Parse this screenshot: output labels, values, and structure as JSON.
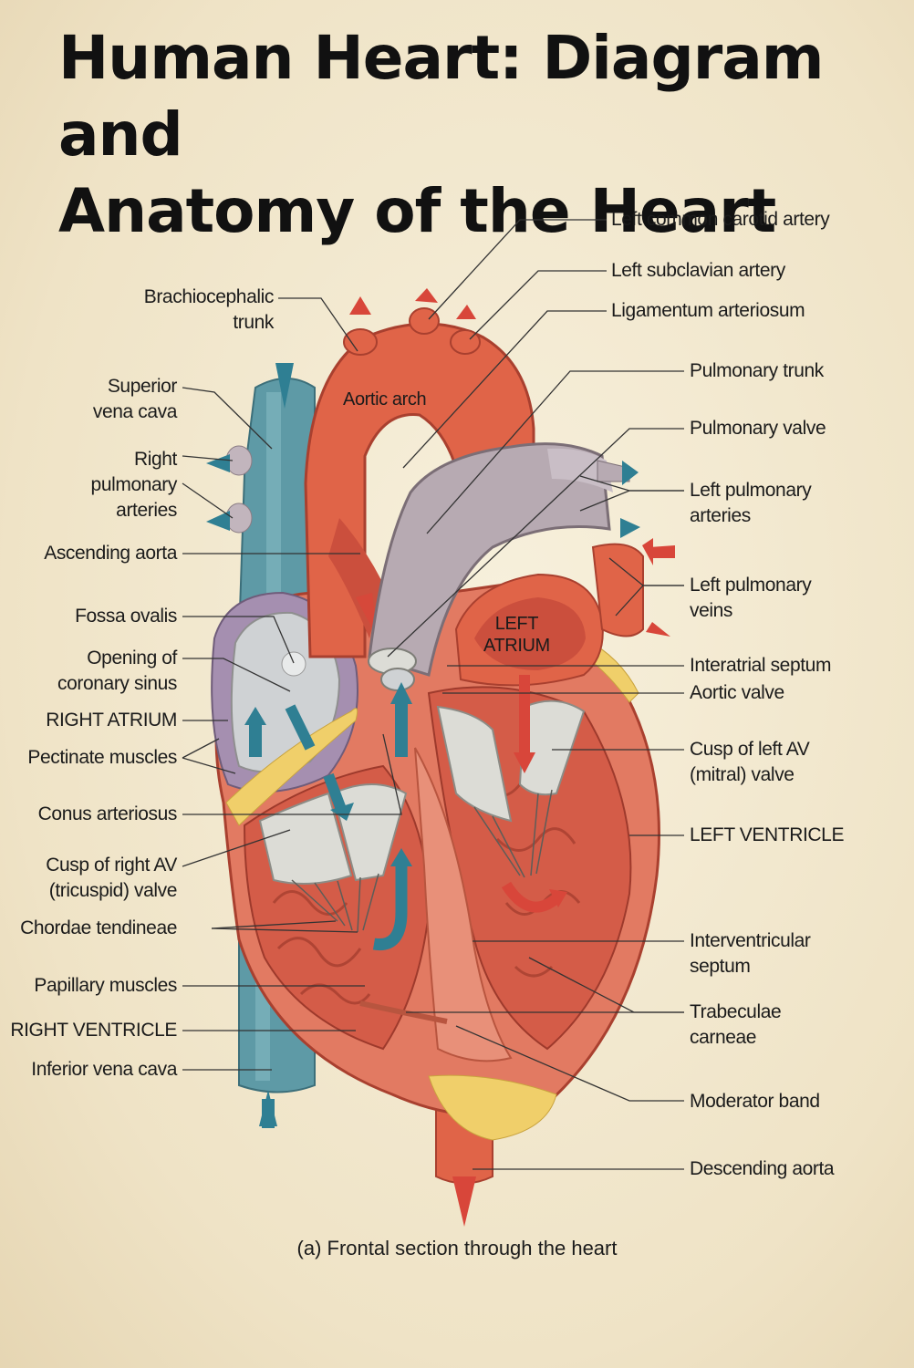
{
  "title": {
    "line1": "Human Heart: Diagram and",
    "line2": "Anatomy of the Heart"
  },
  "labels_left": {
    "brachiocephalic_trunk": [
      "Brachiocephalic",
      "trunk"
    ],
    "superior_vena_cava": [
      "Superior",
      "vena cava"
    ],
    "right_pulmonary_arteries": [
      "Right",
      "pulmonary",
      "arteries"
    ],
    "ascending_aorta": "Ascending aorta",
    "fossa_ovalis": "Fossa ovalis",
    "opening_coronary_sinus": [
      "Opening of",
      "coronary sinus"
    ],
    "right_atrium": "RIGHT ATRIUM",
    "pectinate_muscles": "Pectinate muscles",
    "conus_arteriosus": "Conus arteriosus",
    "cusp_right_av": [
      "Cusp of right AV",
      "(tricuspid) valve"
    ],
    "chordae_tendineae": "Chordae tendineae",
    "papillary_muscles": "Papillary muscles",
    "right_ventricle": "RIGHT VENTRICLE",
    "inferior_vena_cava": "Inferior vena cava"
  },
  "labels_right": {
    "left_common_carotid": "Left common carotid artery",
    "left_subclavian": "Left subclavian artery",
    "ligamentum_arteriosum": "Ligamentum arteriosum",
    "pulmonary_trunk": "Pulmonary trunk",
    "pulmonary_valve": "Pulmonary valve",
    "left_pulmonary_arteries": [
      "Left pulmonary",
      "arteries"
    ],
    "left_pulmonary_veins": [
      "Left pulmonary",
      "veins"
    ],
    "interatrial_septum": "Interatrial septum",
    "aortic_valve": "Aortic valve",
    "cusp_left_av": [
      "Cusp of left AV",
      "(mitral) valve"
    ],
    "left_ventricle": "LEFT VENTRICLE",
    "interventricular_septum": [
      "Interventricular",
      "septum"
    ],
    "trabeculae_carneae": [
      "Trabeculae",
      "carneae"
    ],
    "moderator_band": "Moderator band",
    "descending_aorta": "Descending aorta"
  },
  "labels_inner": {
    "aortic_arch": "Aortic arch",
    "left_atrium": [
      "LEFT",
      "ATRIUM"
    ]
  },
  "caption": "(a) Frontal section through the heart",
  "colors": {
    "background": "#f3ead3",
    "muscle": "#e27a62",
    "muscle_dark": "#c9503c",
    "aorta": "#e06448",
    "vein_blue": "#5e9aa6",
    "pulmonary_gray": "#b7aab2",
    "fat_yellow": "#f0cf6a",
    "valve_gray": "#d8d8d4",
    "arrow_red": "#d8463a",
    "arrow_blue": "#2f7f93",
    "leader_line": "#333333"
  }
}
